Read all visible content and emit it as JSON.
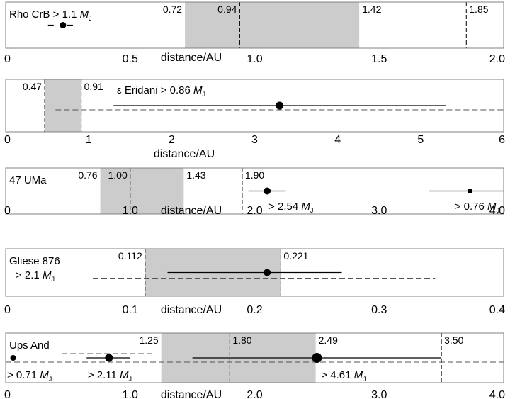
{
  "chart_data": [
    {
      "type": "scatter",
      "name": "Rho CrB > 1.1 M_J",
      "xlabel": "distance/AU",
      "xlim": [
        0,
        2.0
      ],
      "ticks": [
        "0",
        "0.5",
        "1.0",
        "1.5",
        "2.0"
      ],
      "zone": [
        0.72,
        1.42
      ],
      "zone_labels": [
        "0.72",
        "1.42"
      ],
      "markers": [
        {
          "x": 0.94,
          "label": "0.94"
        },
        {
          "x": 1.85,
          "label": "1.85"
        }
      ],
      "planets": [
        {
          "a": 0.23,
          "mass": "",
          "size": 4.5,
          "orbit": [
            0.17,
            0.27
          ],
          "style": "dash-short"
        }
      ],
      "dash_lines": []
    },
    {
      "type": "scatter",
      "name": "ε Eridani > 0.86 M_J",
      "xlabel": "distance/AU",
      "xlim": [
        0,
        6
      ],
      "ticks": [
        "0",
        "1",
        "2",
        "3",
        "4",
        "5",
        "6"
      ],
      "zone": [
        0.47,
        0.91
      ],
      "zone_labels": [
        "0.47",
        "0.91"
      ],
      "markers": [],
      "planets": [
        {
          "a": 3.3,
          "mass": "",
          "size": 5.5,
          "orbit": [
            1.3,
            5.3
          ],
          "style": "solid"
        }
      ],
      "dash_lines": [
        {
          "x0": 0.6,
          "x1": 6.0,
          "dy": 6
        }
      ]
    },
    {
      "type": "scatter",
      "name": "47 UMa",
      "xlabel": "distance/AU",
      "xlim": [
        0,
        4.0
      ],
      "ticks": [
        "0",
        "1.0",
        "2.0",
        "3.0",
        "4.0"
      ],
      "zone": [
        0.76,
        1.43
      ],
      "zone_labels": [
        "0.76",
        "1.43"
      ],
      "markers": [
        {
          "x": 1.0,
          "label": "1.00"
        },
        {
          "x": 1.9,
          "label": "1.90"
        }
      ],
      "planets": [
        {
          "a": 2.1,
          "mass": "> 2.54 M_J",
          "size": 5,
          "orbit": [
            1.95,
            2.25
          ],
          "style": "solid"
        },
        {
          "a": 3.73,
          "mass": "> 0.76 M_J",
          "size": 3.5,
          "orbit": [
            3.4,
            4.0
          ],
          "style": "solid"
        }
      ],
      "dash_lines": [
        {
          "x0": 1.4,
          "x1": 2.8,
          "dy": 7
        },
        {
          "x0": 2.7,
          "x1": 4.0,
          "dy": -7
        }
      ]
    },
    {
      "type": "scatter",
      "name": "Gliese 876",
      "name2": "> 2.1 M_J",
      "xlabel": "distance/AU",
      "xlim": [
        0,
        0.4
      ],
      "ticks": [
        "0",
        "0.1",
        "0.2",
        "0.3",
        "0.4"
      ],
      "zone": [
        0.112,
        0.221
      ],
      "zone_labels": [
        "0.112",
        "0.221"
      ],
      "markers": [],
      "planets": [
        {
          "a": 0.21,
          "mass": "",
          "size": 5,
          "orbit": [
            0.13,
            0.27
          ],
          "style": "solid"
        }
      ],
      "dash_lines": [
        {
          "x0": 0.07,
          "x1": 0.345,
          "dy": 8
        }
      ]
    },
    {
      "type": "scatter",
      "name": "Ups And",
      "xlabel": "distance/AU",
      "xlim": [
        0,
        4.0
      ],
      "ticks": [
        "0",
        "1.0",
        "2.0",
        "3.0",
        "4.0"
      ],
      "zone": [
        1.25,
        2.49
      ],
      "zone_labels": [
        "1.25",
        "2.49"
      ],
      "markers": [
        {
          "x": 1.8,
          "label": "1.80"
        },
        {
          "x": 3.5,
          "label": "3.50"
        }
      ],
      "planets": [
        {
          "a": 0.06,
          "mass": "> 0.71 M_J",
          "size": 4,
          "orbit": [
            0.06,
            0.06
          ],
          "style": "solid"
        },
        {
          "a": 0.83,
          "mass": "> 2.11 M_J",
          "size": 5.5,
          "orbit": [
            0.65,
            1.0
          ],
          "style": "solid"
        },
        {
          "a": 2.5,
          "mass": "> 4.61 M_J",
          "size": 7,
          "orbit": [
            1.5,
            3.5
          ],
          "style": "solid"
        }
      ],
      "dash_lines": [
        {
          "x0": 0.45,
          "x1": 1.2,
          "dy": -6
        },
        {
          "x0": 0.0,
          "x1": 4.0,
          "dy": 6
        }
      ]
    }
  ]
}
